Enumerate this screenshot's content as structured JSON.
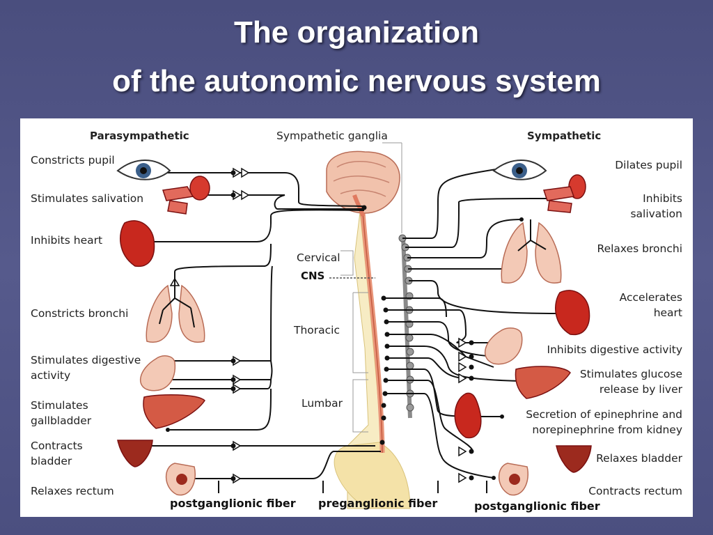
{
  "title": {
    "line1": "The organization",
    "line2": "of the autonomic nervous system"
  },
  "diagram": {
    "headers": {
      "parasympathetic": "Parasympathetic",
      "sympathetic_ganglia": "Sympathetic ganglia",
      "sympathetic": "Sympathetic"
    },
    "parasympathetic_effects": [
      {
        "id": "pupil",
        "lines": [
          "Constricts pupil"
        ]
      },
      {
        "id": "salivation",
        "lines": [
          "Stimulates salivation"
        ]
      },
      {
        "id": "heart",
        "lines": [
          "Inhibits heart"
        ]
      },
      {
        "id": "bronchi",
        "lines": [
          "Constricts bronchi"
        ]
      },
      {
        "id": "digestive",
        "lines": [
          "Stimulates digestive",
          "activity"
        ]
      },
      {
        "id": "gallbladder",
        "lines": [
          "Stimulates",
          "gallbladder"
        ]
      },
      {
        "id": "bladder",
        "lines": [
          "Contracts",
          "bladder"
        ]
      },
      {
        "id": "rectum",
        "lines": [
          "Relaxes rectum"
        ]
      }
    ],
    "sympathetic_effects": [
      {
        "id": "pupil",
        "lines": [
          "Dilates pupil"
        ]
      },
      {
        "id": "salivation",
        "lines": [
          "Inhibits",
          "salivation"
        ]
      },
      {
        "id": "bronchi",
        "lines": [
          "Relaxes bronchi"
        ]
      },
      {
        "id": "heart",
        "lines": [
          "Accelerates",
          "heart"
        ]
      },
      {
        "id": "digestive",
        "lines": [
          "Inhibits digestive activity"
        ]
      },
      {
        "id": "glucose",
        "lines": [
          "Stimulates glucose",
          "release by liver"
        ]
      },
      {
        "id": "kidney",
        "lines": [
          "Secretion of epinephrine and",
          "norepinephrine from kidney"
        ]
      },
      {
        "id": "bladder",
        "lines": [
          "Relaxes bladder"
        ]
      },
      {
        "id": "rectum",
        "lines": [
          "Contracts rectum"
        ]
      }
    ],
    "cns_regions": {
      "cervical": "Cervical",
      "cns": "CNS",
      "thoracic": "Thoracic",
      "lumbar": "Lumbar"
    },
    "fiber_labels": {
      "post_left": "postganglionic fiber",
      "pre": "preganglionic fiber",
      "post_right": "postganglionic fiber"
    },
    "colors": {
      "background": "#4f5385",
      "panel": "#ffffff",
      "organ_red": "#c8281e",
      "organ_pink": "#f3c9b6",
      "spinal_cord": "#e9967a",
      "vertebra": "#f4e2a8",
      "ganglion_chain": "#8a8a8a"
    }
  }
}
